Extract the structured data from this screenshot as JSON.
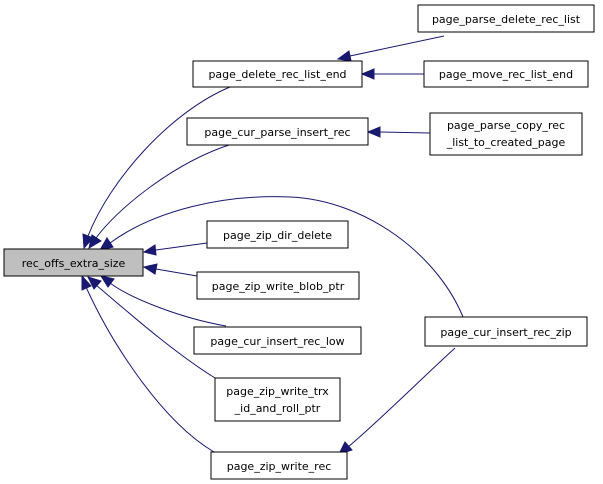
{
  "diagram": {
    "root": {
      "label": "rec_offs_extra_size"
    },
    "nodes": {
      "page_delete_rec_list_end": {
        "lines": [
          "page_delete_rec_list_end"
        ]
      },
      "page_parse_delete_rec_list": {
        "lines": [
          "page_parse_delete_rec_list"
        ]
      },
      "page_move_rec_list_end": {
        "lines": [
          "page_move_rec_list_end"
        ]
      },
      "page_cur_parse_insert_rec": {
        "lines": [
          "page_cur_parse_insert_rec"
        ]
      },
      "page_parse_copy_rec_list_to_created_page": {
        "lines": [
          "page_parse_copy_rec",
          "_list_to_created_page"
        ]
      },
      "page_zip_dir_delete": {
        "lines": [
          "page_zip_dir_delete"
        ]
      },
      "page_zip_write_blob_ptr": {
        "lines": [
          "page_zip_write_blob_ptr"
        ]
      },
      "page_cur_insert_rec_low": {
        "lines": [
          "page_cur_insert_rec_low"
        ]
      },
      "page_cur_insert_rec_zip": {
        "lines": [
          "page_cur_insert_rec_zip"
        ]
      },
      "page_zip_write_trx_id_and_roll_ptr": {
        "lines": [
          "page_zip_write_trx",
          "_id_and_roll_ptr"
        ]
      },
      "page_zip_write_rec": {
        "lines": [
          "page_zip_write_rec"
        ]
      }
    },
    "edges": [
      {
        "from": "page_delete_rec_list_end",
        "to": "rec_offs_extra_size"
      },
      {
        "from": "page_cur_parse_insert_rec",
        "to": "rec_offs_extra_size"
      },
      {
        "from": "page_zip_dir_delete",
        "to": "rec_offs_extra_size"
      },
      {
        "from": "page_zip_write_blob_ptr",
        "to": "rec_offs_extra_size"
      },
      {
        "from": "page_cur_insert_rec_low",
        "to": "rec_offs_extra_size"
      },
      {
        "from": "page_zip_write_trx_id_and_roll_ptr",
        "to": "rec_offs_extra_size"
      },
      {
        "from": "page_zip_write_rec",
        "to": "rec_offs_extra_size"
      },
      {
        "from": "page_cur_insert_rec_zip",
        "to": "rec_offs_extra_size"
      },
      {
        "from": "page_parse_delete_rec_list",
        "to": "page_delete_rec_list_end"
      },
      {
        "from": "page_move_rec_list_end",
        "to": "page_delete_rec_list_end"
      },
      {
        "from": "page_parse_copy_rec_list_to_created_page",
        "to": "page_cur_parse_insert_rec"
      },
      {
        "from": "page_cur_insert_rec_zip",
        "to": "page_zip_write_rec"
      }
    ],
    "colors": {
      "edge": "#191970",
      "root_fill": "#bfbfbf",
      "node_fill": "#ffffff",
      "border": "#000000"
    }
  }
}
